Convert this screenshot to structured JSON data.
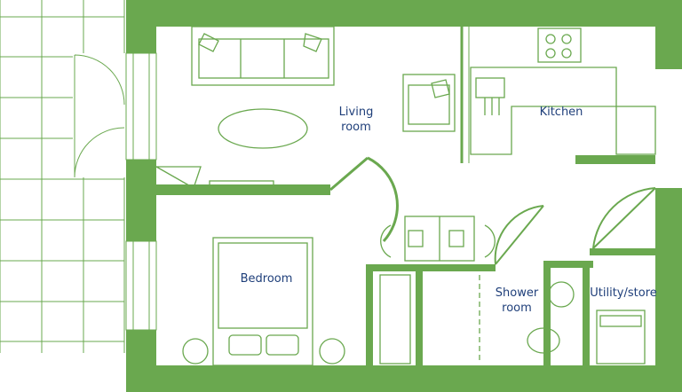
{
  "plan": {
    "wall_color": "#6aa84f",
    "line_color": "#6aa84f",
    "label_color": "#1f3f7a",
    "rooms": {
      "living_room": {
        "line1": "Living",
        "line2": "room"
      },
      "kitchen": {
        "label": "Kitchen"
      },
      "bedroom": {
        "label": "Bedroom"
      },
      "shower_room": {
        "line1": "Shower",
        "line2": "room"
      },
      "utility": {
        "label": "Utility/store"
      }
    }
  }
}
